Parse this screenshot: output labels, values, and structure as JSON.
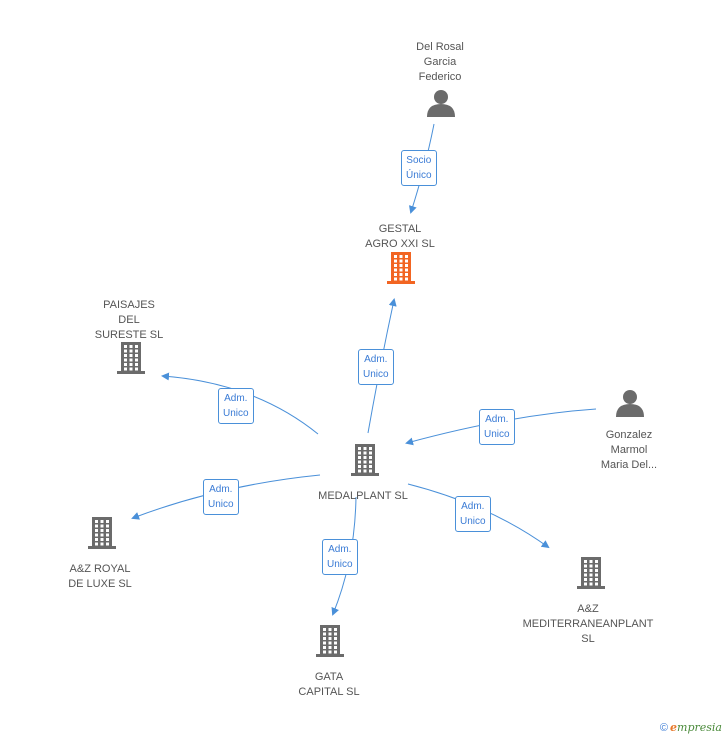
{
  "colors": {
    "edge": "#4a90d9",
    "company_icon": "#6b6b6b",
    "focus_company_icon": "#f26522",
    "person_icon": "#6b6b6b",
    "label": "#555555"
  },
  "nodes": [
    {
      "id": "del_rosal",
      "type": "person",
      "label": "Del Rosal\nGarcia\nFederico"
    },
    {
      "id": "gestal",
      "type": "company-focus",
      "label": "GESTAL\nAGRO XXI SL"
    },
    {
      "id": "paisajes",
      "type": "company",
      "label": "PAISAJES\nDEL\nSURESTE SL"
    },
    {
      "id": "medalplant",
      "type": "company",
      "label": "MEDALPLANT SL"
    },
    {
      "id": "gonzalez",
      "type": "person",
      "label": "Gonzalez\nMarmol\nMaria Del..."
    },
    {
      "id": "az_royal",
      "type": "company",
      "label": "A&Z ROYAL\nDE LUXE SL"
    },
    {
      "id": "az_medit",
      "type": "company",
      "label": "A&Z\nMEDITERRANEANPLANT SL"
    },
    {
      "id": "gata",
      "type": "company",
      "label": "GATA\nCAPITAL SL"
    }
  ],
  "edges": [
    {
      "from": "del_rosal",
      "to": "gestal",
      "label": "Socio\nÚnico"
    },
    {
      "from": "medalplant",
      "to": "gestal",
      "label": "Adm.\nUnico"
    },
    {
      "from": "medalplant",
      "to": "paisajes",
      "label": "Adm.\nUnico"
    },
    {
      "from": "gonzalez",
      "to": "medalplant",
      "label": "Adm.\nUnico"
    },
    {
      "from": "medalplant",
      "to": "az_royal",
      "label": "Adm.\nUnico"
    },
    {
      "from": "medalplant",
      "to": "az_medit",
      "label": "Adm.\nUnico"
    },
    {
      "from": "medalplant",
      "to": "gata",
      "label": "Adm.\nUnico"
    }
  ],
  "footer": {
    "copyright": "©",
    "brand_initial": "e",
    "brand_rest": "mpresia"
  }
}
